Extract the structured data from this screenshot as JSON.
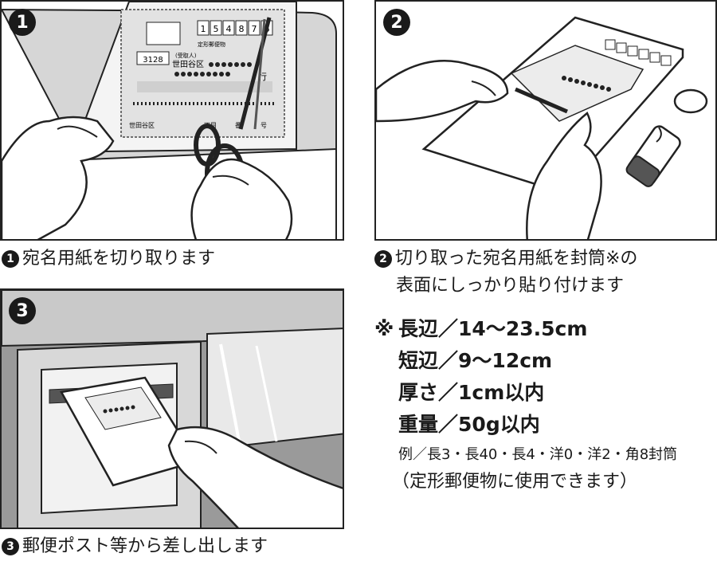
{
  "steps": [
    {
      "number": "1",
      "caption": "宛名用紙を切り取ります"
    },
    {
      "number": "2",
      "caption": "切り取った宛名用紙を封筒※の",
      "caption_line2": "表面にしっかり貼り付けます"
    },
    {
      "number": "3",
      "caption": "郵便ポスト等から差し出します"
    }
  ],
  "form": {
    "postal_digits": [
      "1",
      "5",
      "4",
      "8",
      "7",
      "6"
    ],
    "fixed_mail_label": "定形郵便物",
    "number_box": "3128",
    "recipient_label": "(受取人)",
    "ward": "世田谷区",
    "row_suffix": "行",
    "bottom_ward": "世田谷区",
    "bottom_chome": "丁目",
    "bottom_ban": "番",
    "bottom_go": "号"
  },
  "specs": {
    "mark": "※",
    "rows": [
      {
        "label": "長辺",
        "sep": "／",
        "value": "14〜23.5cm"
      },
      {
        "label": "短辺",
        "sep": "／",
        "value": "9〜12cm"
      },
      {
        "label": "厚さ",
        "sep": "／",
        "value": "1cm以内"
      },
      {
        "label": "重量",
        "sep": "／",
        "value": "50g以内"
      }
    ],
    "examples": "例／長3・長40・長4・洋0・洋2・角8封筒",
    "usage_note": "（定形郵便物に使用できます）"
  },
  "colors": {
    "ink": "#1a1a1a",
    "panel_gray": "#cfcfcf",
    "dark_gray": "#8a8a8a",
    "light_gray": "#ececec"
  }
}
